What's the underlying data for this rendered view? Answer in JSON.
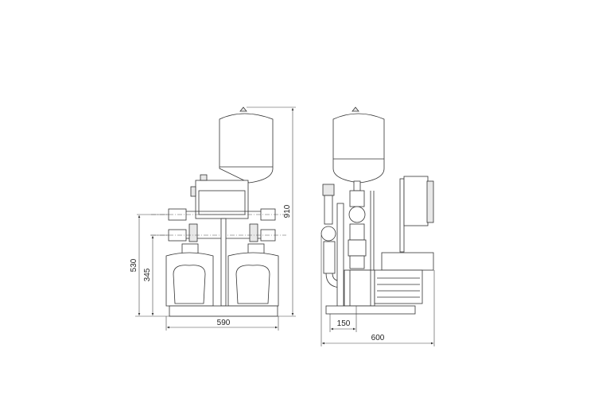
{
  "front_view": {
    "dimensions": {
      "total_height": "910",
      "inlet_height": "530",
      "outlet_height": "345",
      "width": "590"
    }
  },
  "side_view": {
    "dimensions": {
      "offset": "150",
      "depth": "600"
    }
  }
}
